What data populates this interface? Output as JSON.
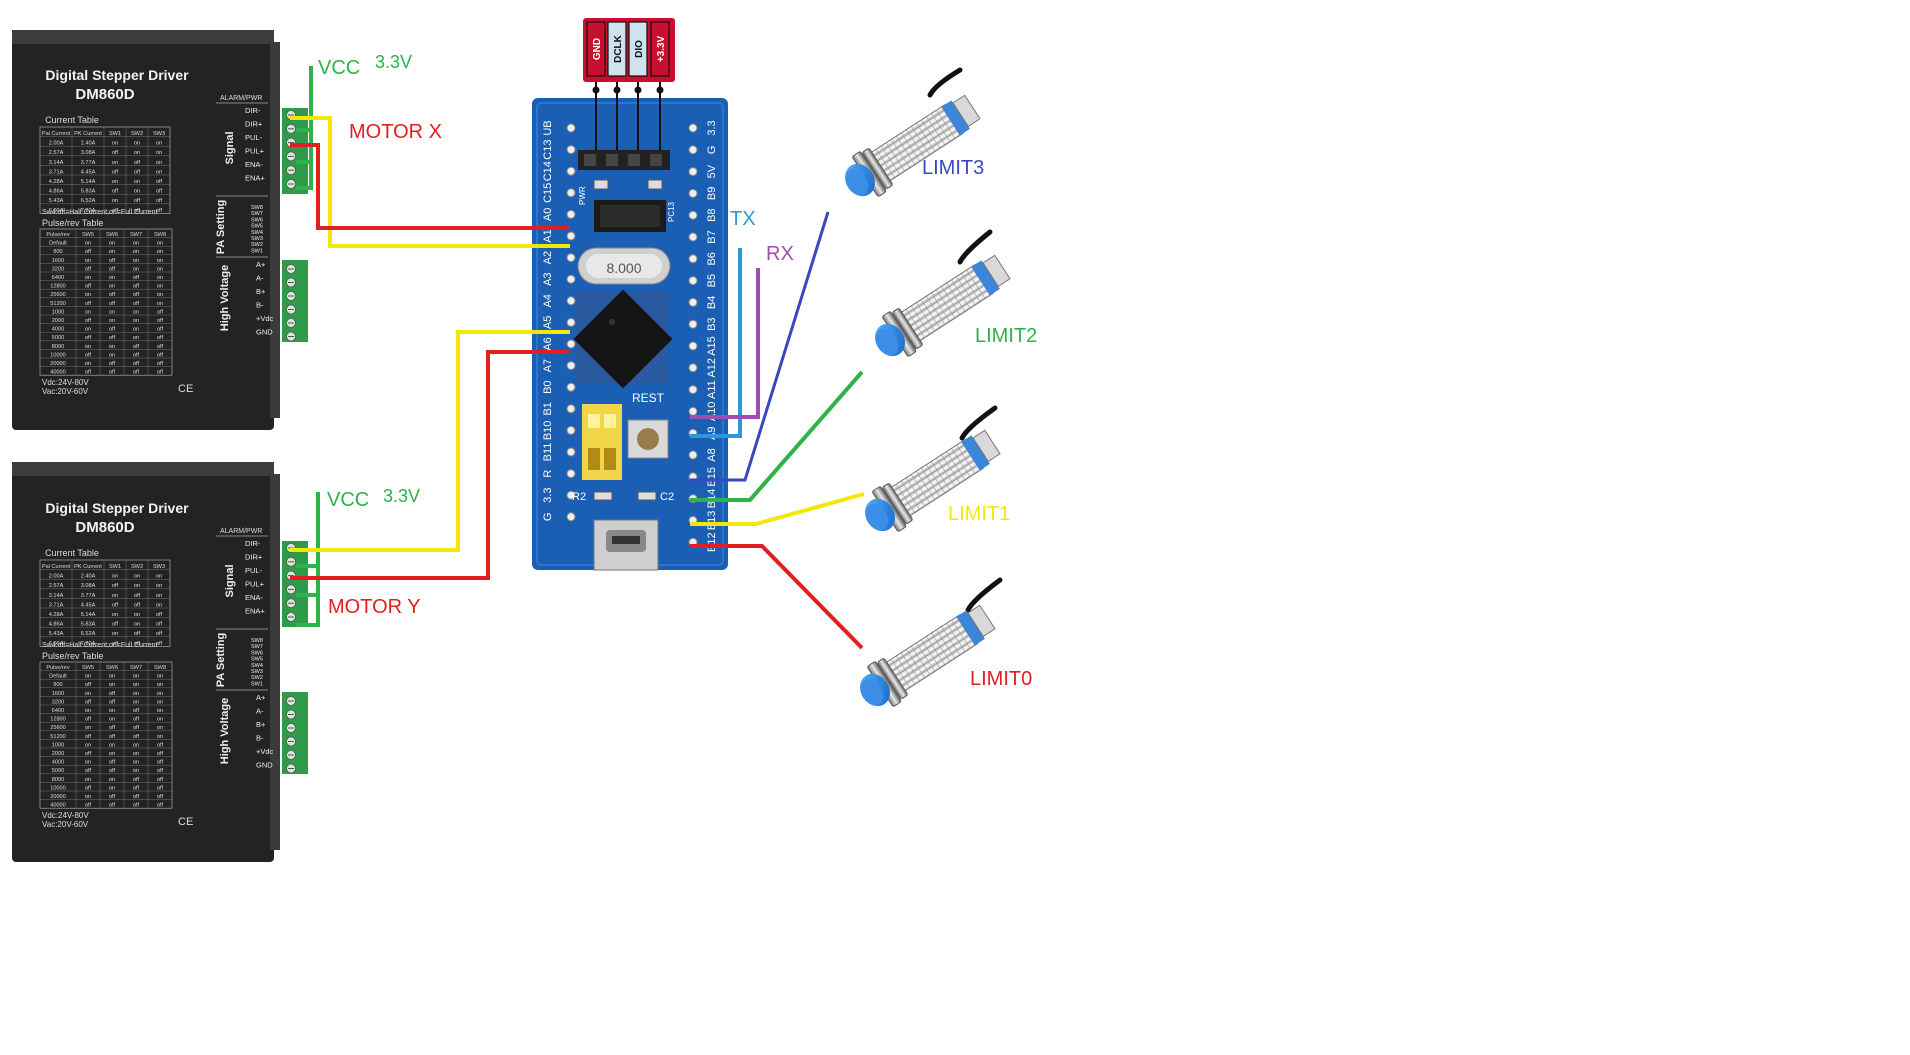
{
  "drivers": [
    {
      "title": "Digital Stepper Driver",
      "model": "DM860D",
      "alarm_label": "ALARM/PWR",
      "signal_label": "Signal",
      "signal_pins": [
        "DIR-",
        "DIR+",
        "PUL-",
        "PUL+",
        "ENA-",
        "ENA+"
      ],
      "pa_label": "PA Setting",
      "sw_labels": [
        "SW8",
        "SW7",
        "SW6",
        "SW5",
        "SW4",
        "SW3",
        "SW2",
        "SW1"
      ],
      "hv_label": "High Voltage",
      "hv_pins": [
        "A+",
        "A-",
        "B+",
        "B-",
        "+Vdc",
        "GND"
      ],
      "current_table_title": "Current Table",
      "current_headers": [
        "Pal Current",
        "PK Current",
        "SW1",
        "SW2",
        "SW3"
      ],
      "current_rows": [
        [
          "2.00A",
          "2.40A",
          "on",
          "on",
          "on"
        ],
        [
          "2.57A",
          "3.08A",
          "off",
          "on",
          "on"
        ],
        [
          "3.14A",
          "3.77A",
          "on",
          "off",
          "on"
        ],
        [
          "3.71A",
          "4.45A",
          "off",
          "off",
          "on"
        ],
        [
          "4.28A",
          "5.14A",
          "on",
          "on",
          "off"
        ],
        [
          "4.86A",
          "5.83A",
          "off",
          "on",
          "off"
        ],
        [
          "5.43A",
          "6.52A",
          "on",
          "off",
          "off"
        ],
        [
          "6.00A",
          "7.20A",
          "off",
          "off",
          "off"
        ]
      ],
      "sw4_note": "Sw4:off=Half Current;on=Full Current",
      "pulse_table_title": "Pulse/rev Table",
      "pulse_headers": [
        "Pulse/rev",
        "SW5",
        "SW6",
        "SW7",
        "SW8"
      ],
      "pulse_rows": [
        [
          "Default",
          "on",
          "on",
          "on",
          "on"
        ],
        [
          "800",
          "off",
          "on",
          "on",
          "on"
        ],
        [
          "1600",
          "on",
          "off",
          "on",
          "on"
        ],
        [
          "3200",
          "off",
          "off",
          "on",
          "on"
        ],
        [
          "6400",
          "on",
          "on",
          "off",
          "on"
        ],
        [
          "12800",
          "off",
          "on",
          "off",
          "on"
        ],
        [
          "25600",
          "on",
          "off",
          "off",
          "on"
        ],
        [
          "51200",
          "off",
          "off",
          "off",
          "on"
        ],
        [
          "1000",
          "on",
          "on",
          "on",
          "off"
        ],
        [
          "2000",
          "off",
          "on",
          "on",
          "off"
        ],
        [
          "4000",
          "on",
          "off",
          "on",
          "off"
        ],
        [
          "5000",
          "off",
          "off",
          "on",
          "off"
        ],
        [
          "8000",
          "on",
          "on",
          "off",
          "off"
        ],
        [
          "10000",
          "off",
          "on",
          "off",
          "off"
        ],
        [
          "20000",
          "on",
          "off",
          "off",
          "off"
        ],
        [
          "40000",
          "off",
          "off",
          "off",
          "off"
        ]
      ],
      "vdc": "Vdc:24V-80V",
      "vac": "Vac:20V-60V",
      "ce": "CE"
    },
    {
      "title": "Digital Stepper Driver",
      "model": "DM860D",
      "alarm_label": "ALARM/PWR",
      "signal_label": "Signal",
      "signal_pins": [
        "DIR-",
        "DIR+",
        "PUL-",
        "PUL+",
        "ENA-",
        "ENA+"
      ],
      "pa_label": "PA Setting",
      "sw_labels": [
        "SW8",
        "SW7",
        "SW6",
        "SW5",
        "SW4",
        "SW3",
        "SW2",
        "SW1"
      ],
      "hv_label": "High Voltage",
      "hv_pins": [
        "A+",
        "A-",
        "B+",
        "B-",
        "+Vdc",
        "GND"
      ],
      "current_table_title": "Current Table",
      "current_headers": [
        "Pal Current",
        "PK Current",
        "SW1",
        "SW2",
        "SW3"
      ],
      "current_rows": [
        [
          "2.00A",
          "2.40A",
          "on",
          "on",
          "on"
        ],
        [
          "2.57A",
          "3.08A",
          "off",
          "on",
          "on"
        ],
        [
          "3.14A",
          "3.77A",
          "on",
          "off",
          "on"
        ],
        [
          "3.71A",
          "4.45A",
          "off",
          "off",
          "on"
        ],
        [
          "4.28A",
          "5.14A",
          "on",
          "on",
          "off"
        ],
        [
          "4.86A",
          "5.83A",
          "off",
          "on",
          "off"
        ],
        [
          "5.43A",
          "6.52A",
          "on",
          "off",
          "off"
        ],
        [
          "6.00A",
          "7.20A",
          "off",
          "off",
          "off"
        ]
      ],
      "sw4_note": "Sw4:off=Half Current;on=Full Current",
      "pulse_table_title": "Pulse/rev Table",
      "pulse_headers": [
        "Pulse/rev",
        "SW5",
        "SW6",
        "SW7",
        "SW8"
      ],
      "pulse_rows": [
        [
          "Default",
          "on",
          "on",
          "on",
          "on"
        ],
        [
          "800",
          "off",
          "on",
          "on",
          "on"
        ],
        [
          "1600",
          "on",
          "off",
          "on",
          "on"
        ],
        [
          "3200",
          "off",
          "off",
          "on",
          "on"
        ],
        [
          "6400",
          "on",
          "on",
          "off",
          "on"
        ],
        [
          "12800",
          "off",
          "on",
          "off",
          "on"
        ],
        [
          "25600",
          "on",
          "off",
          "off",
          "on"
        ],
        [
          "51200",
          "off",
          "off",
          "off",
          "on"
        ],
        [
          "1000",
          "on",
          "on",
          "on",
          "off"
        ],
        [
          "2000",
          "off",
          "on",
          "on",
          "off"
        ],
        [
          "4000",
          "on",
          "off",
          "on",
          "off"
        ],
        [
          "5000",
          "off",
          "off",
          "on",
          "off"
        ],
        [
          "8000",
          "on",
          "on",
          "off",
          "off"
        ],
        [
          "10000",
          "off",
          "on",
          "off",
          "off"
        ],
        [
          "20000",
          "on",
          "off",
          "off",
          "off"
        ],
        [
          "40000",
          "off",
          "off",
          "off",
          "off"
        ]
      ],
      "vdc": "Vdc:24V-80V",
      "vac": "Vac:20V-60V",
      "ce": "CE"
    }
  ],
  "labels": {
    "vcc_x": "VCC",
    "v33_x": "3.3V",
    "motor_x": "MOTOR X",
    "vcc_y": "VCC",
    "v33_y": "3.3V",
    "motor_y": "MOTOR Y",
    "tx": "TX",
    "rx": "RX",
    "limit3": "LIMIT3",
    "limit2": "LIMIT2",
    "limit1": "LIMIT1",
    "limit0": "LIMIT0"
  },
  "header": {
    "pins": [
      "GND",
      "DCLK",
      "DIO",
      "+3.3V"
    ],
    "colors": [
      "#c8102e",
      "#cfe3ee",
      "#cfe3ee",
      "#c8102e"
    ],
    "text_colors": [
      "#ffffff",
      "#111111",
      "#111111",
      "#ffffff"
    ]
  },
  "board": {
    "left_pins": [
      "UB",
      "C13",
      "C14",
      "C15",
      "A0",
      "A1",
      "A2",
      "A3",
      "A4",
      "A5",
      "A6",
      "A7",
      "B0",
      "B1",
      "B10",
      "B11",
      "R",
      "3.3",
      "G"
    ],
    "right_pins": [
      "3.3",
      "G",
      "5V",
      "B9",
      "B8",
      "B7",
      "B6",
      "B5",
      "B4",
      "B3",
      "A15",
      "A12",
      "A11",
      "A10",
      "A9",
      "A8",
      "B15",
      "B14",
      "B13",
      "B12"
    ],
    "crystal": "8.000",
    "reset": "REST",
    "pwr": "PWR",
    "pc13": "PC13",
    "r2": "R2",
    "c2": "C2"
  },
  "wire_colors": {
    "vcc": "#2db34a",
    "dir": "#f5e609",
    "pul": "#e02020",
    "tx": "#2a9ad8",
    "rx": "#9b4fb0",
    "limit3": "#3a47c0",
    "limit2": "#2db34a",
    "limit1": "#f5e609",
    "limit0": "#e02020"
  }
}
